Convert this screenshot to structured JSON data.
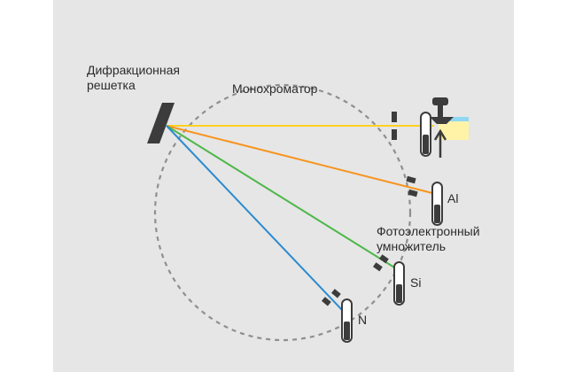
{
  "labels": {
    "grating_line1": "Дифракционная",
    "grating_line2": "решетка",
    "monochromator": "Монохроматор",
    "pmt_line1": "Фотоэлектронный",
    "pmt_line2": "умножитель",
    "al": "Al",
    "si": "Si",
    "n": "N"
  },
  "colors": {
    "background": "#e6e6e6",
    "circle": "#8f8f8f",
    "dark": "#3c3c3c",
    "beam_source": "#ffd21e",
    "beam_al": "#f7941d",
    "beam_si": "#4cb848",
    "beam_n": "#2b8ad0",
    "flame_glow": "#fff3a8",
    "flame_blue": "#8fd7f2"
  }
}
